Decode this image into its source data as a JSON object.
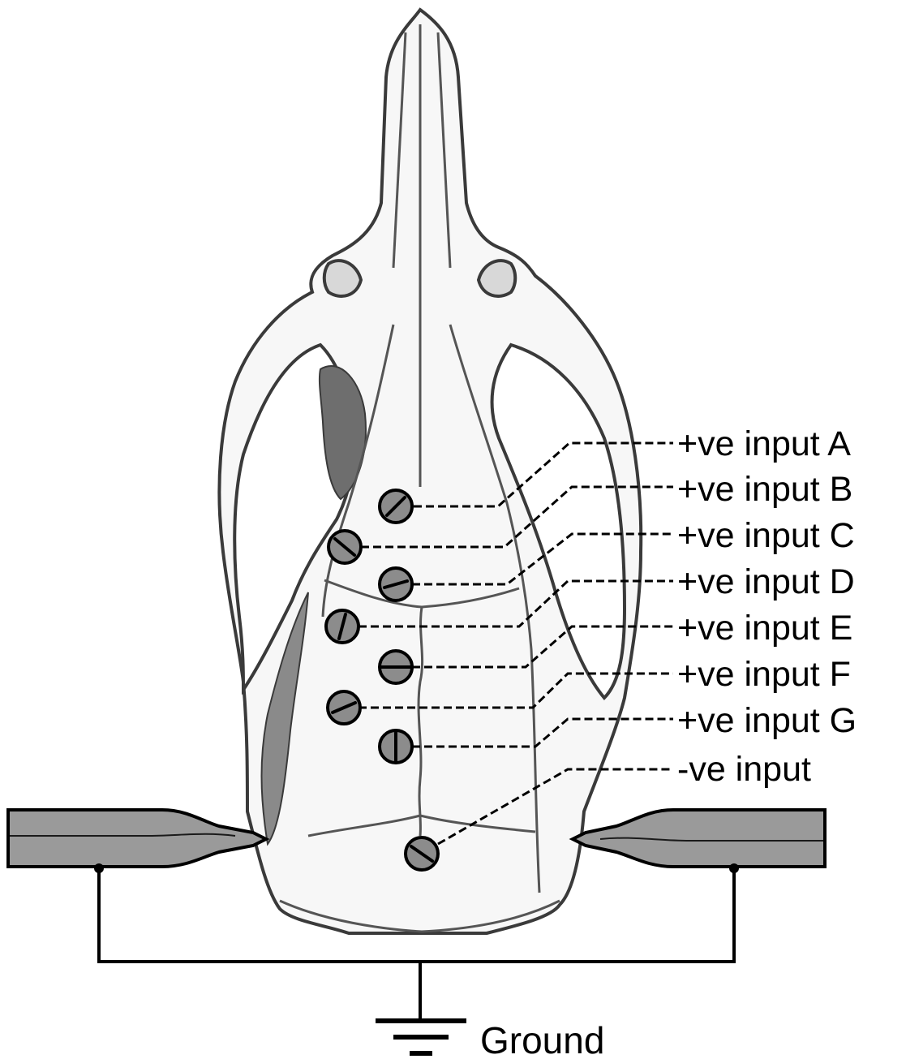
{
  "electrode_labels": [
    "+ve input A",
    "+ve input B",
    "+ve input C",
    "+ve input D",
    "+ve input E",
    "+ve input F",
    "+ve input G",
    "-ve input"
  ],
  "ground_label": "Ground",
  "colors": {
    "screw_fill": "#8c8c8c",
    "ear_bar_fill": "#9a9a9a",
    "line": "#000000",
    "skull_fill": "#f7f7f7"
  }
}
